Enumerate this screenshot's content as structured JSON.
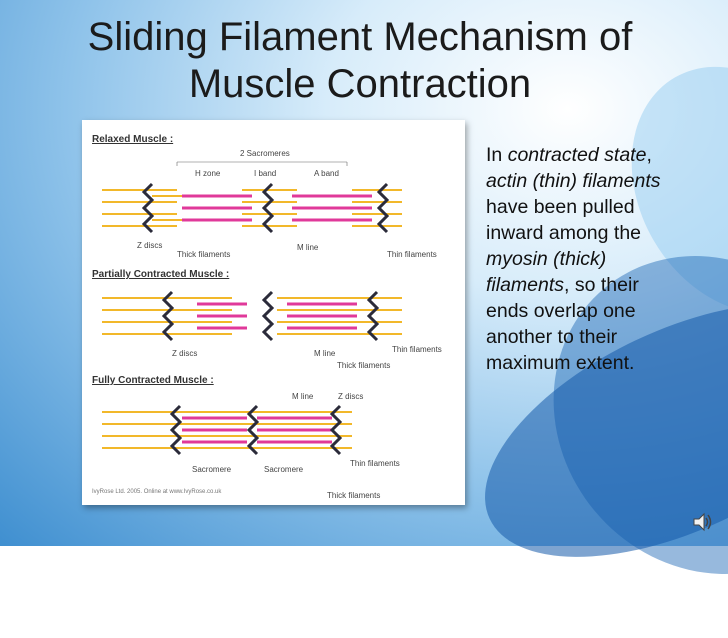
{
  "slide": {
    "title_line1": "Sliding Filament Mechanism of",
    "title_line2": "Muscle Contraction"
  },
  "diagram": {
    "sections": [
      {
        "label": "Relaxed Muscle :"
      },
      {
        "label": "Partially Contracted Muscle :"
      },
      {
        "label": "Fully Contracted Muscle :"
      }
    ],
    "labels": {
      "two_sarcomeres": "2 Sacromeres",
      "h_zone": "H zone",
      "i_band": "I band",
      "a_band": "A band",
      "z_discs": "Z discs",
      "thick_filaments": "Thick filaments",
      "m_line": "M line",
      "thin_filaments": "Thin filaments",
      "sarcomere": "Sacromere",
      "credit": "IvyRose Ltd. 2005. Online at www.IvyRose.co.uk"
    },
    "colors": {
      "thin_filament": "#f2b82a",
      "thick_filament": "#e0399a",
      "z_disc": "#2b2b3a"
    }
  },
  "caption": {
    "t1": "In ",
    "t2": "contracted state",
    "t3": ", ",
    "t4": "actin (thin) filaments",
    "t5": " have been pulled inward among the ",
    "t6": "myosin (thick) filaments",
    "t7": ", so their ends overlap one another to their maximum extent."
  },
  "icons": {
    "audio": "speaker-icon"
  }
}
